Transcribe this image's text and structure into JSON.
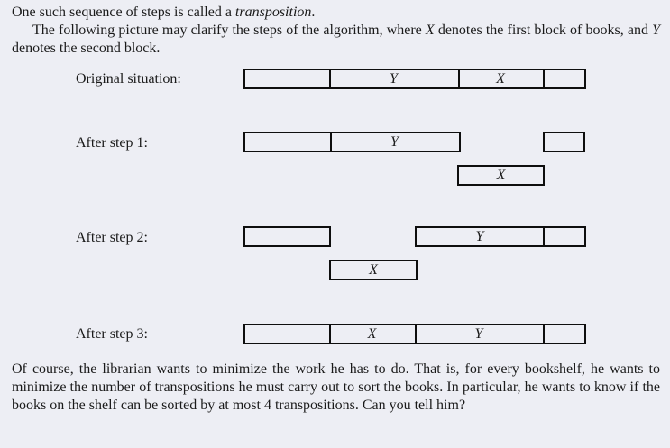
{
  "colors": {
    "background": "#edeef4",
    "border": "#0e0e0e",
    "text": "#1a1a1a"
  },
  "intro": {
    "para1": {
      "s1": "One such sequence of steps is called a ",
      "em": "transposition",
      "s2": "."
    },
    "para2": {
      "s1": "The following picture may clarify the steps of the algorithm, where ",
      "x": "X",
      "s2": " denotes the first block of books, and ",
      "y": "Y",
      "s3": " denotes the second block."
    }
  },
  "diagram": {
    "rows": [
      {
        "label": "Original situation:",
        "segments": [
          "",
          "Y",
          "X",
          ""
        ]
      },
      {
        "label": "After step 1:",
        "shelf_left_segments": [
          "",
          "Y"
        ],
        "shelf_right_segment": "",
        "lifted_block": "X"
      },
      {
        "label": "After step 2:",
        "shelf_left_segment": "",
        "shelf_right_segments": [
          "Y",
          ""
        ],
        "lifted_block": "X"
      },
      {
        "label": "After step 3:",
        "segments": [
          "",
          "X",
          "Y",
          ""
        ]
      }
    ]
  },
  "outro": {
    "text": "Of course, the librarian wants to minimize the work he has to do. That is, for every bookshelf, he wants to minimize the number of transpositions he must carry out to sort the books. In particular, he wants to know if the books on the shelf can be sorted by at most 4 transpositions. Can you tell him?"
  }
}
